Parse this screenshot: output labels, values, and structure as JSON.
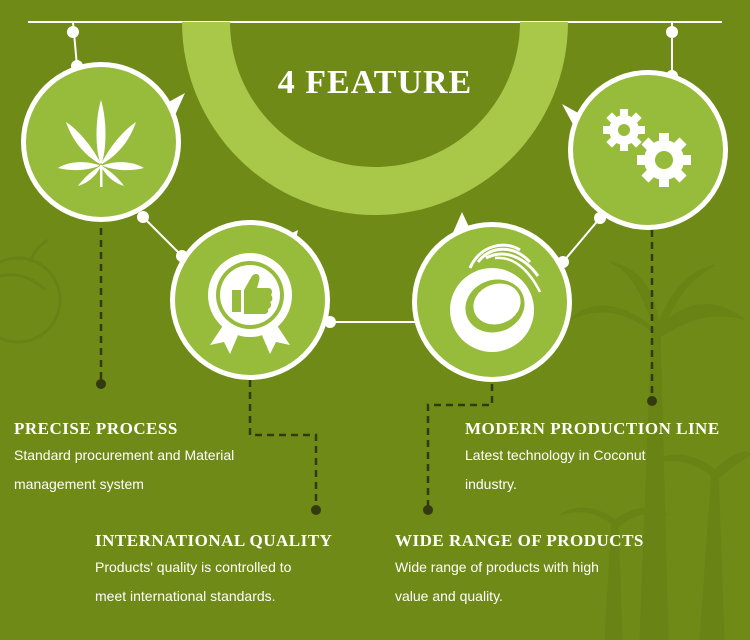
{
  "title": "4 FEATURE",
  "colors": {
    "background": "#6f8a17",
    "accent_light": "#a9c84a",
    "accent_circle": "#97bb3a",
    "text": "#ffffff",
    "connector": "#333a10"
  },
  "icons": {
    "circle_1": "hemp-leaf-icon",
    "circle_2": "thumbs-up-badge-icon",
    "circle_3": "coconut-icon",
    "circle_4": "gears-icon"
  },
  "features": [
    {
      "title": "PRECISE PROCESS",
      "desc_line1": "Standard procurement and Material",
      "desc_line2": "management system"
    },
    {
      "title": "INTERNATIONAL QUALITY",
      "desc_line1": "Products' quality is controlled to",
      "desc_line2": "meet international standards."
    },
    {
      "title": "MODERN PRODUCTION LINE",
      "desc_line1": "Latest technology in Coconut",
      "desc_line2": "industry."
    },
    {
      "title": "WIDE RANGE OF PRODUCTS",
      "desc_line1": "Wide range of products with high",
      "desc_line2": "value and quality."
    }
  ]
}
